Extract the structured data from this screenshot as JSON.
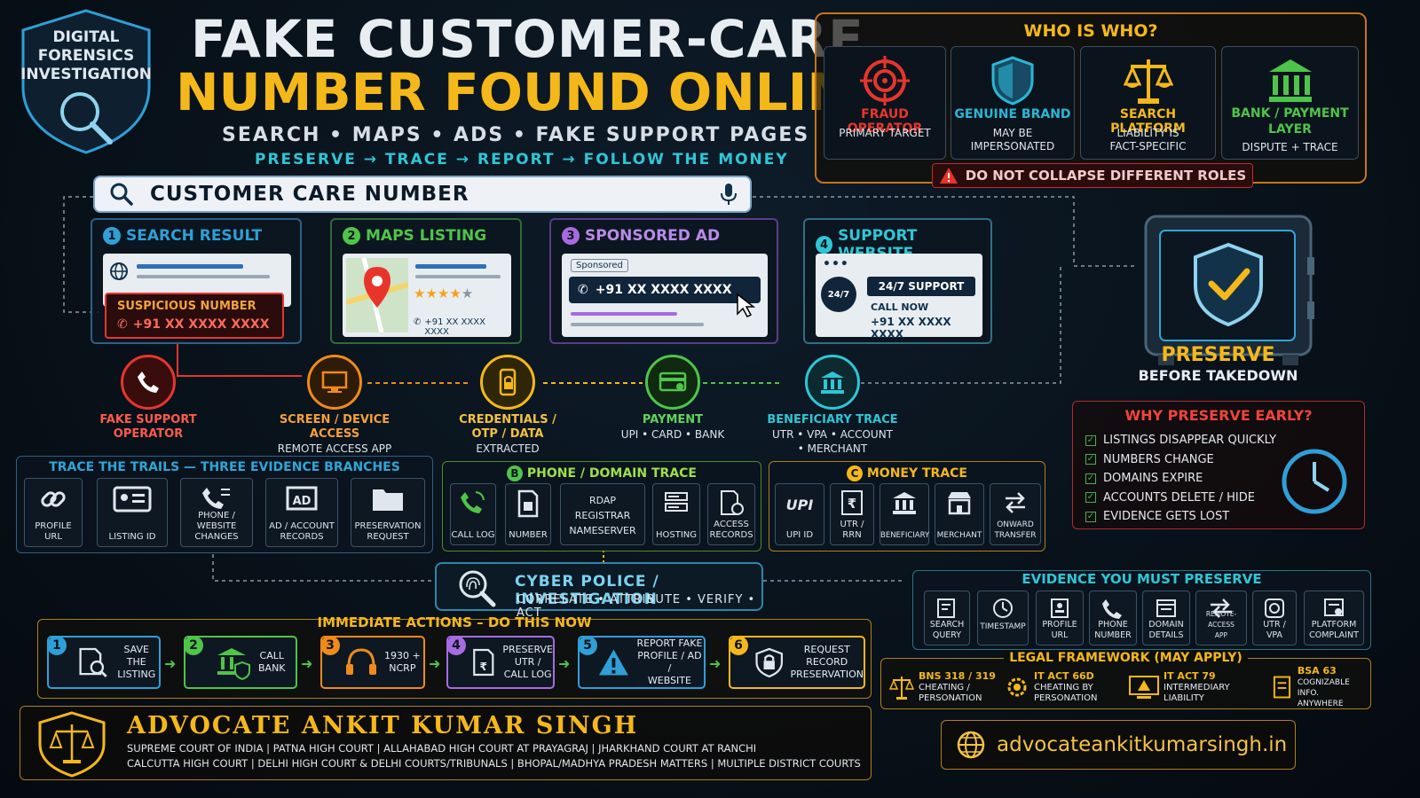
{
  "badge": {
    "line1": "DIGITAL",
    "line2": "FORENSICS",
    "line3": "INVESTIGATION"
  },
  "title": {
    "line1": "FAKE CUSTOMER-CARE",
    "line2": "NUMBER FOUND ONLINE?",
    "subtitle": "SEARCH • MAPS • ADS • FAKE SUPPORT PAGES",
    "tagline": "PRESERVE → TRACE → REPORT → FOLLOW THE MONEY"
  },
  "who": {
    "title": "WHO IS WHO?",
    "cards": [
      {
        "title": "FRAUD OPERATOR",
        "desc1": "PRIMARY TARGET",
        "desc2": "",
        "color": "#e8352c",
        "icon": "target-icon"
      },
      {
        "title": "GENUINE BRAND",
        "desc1": "MAY BE",
        "desc2": "IMPERSONATED",
        "color": "#2bb7d6",
        "icon": "shield-icon"
      },
      {
        "title": "SEARCH PLATFORM",
        "desc1": "LIABILITY IS",
        "desc2": "FACT-SPECIFIC",
        "color": "#f5b81a",
        "icon": "scales-icon"
      },
      {
        "title": "BANK / PAYMENT LAYER",
        "desc1": "DISPUTE + TRACE",
        "desc2": "",
        "color": "#4fc44a",
        "icon": "bank-icon"
      }
    ],
    "warning": "DO NOT COLLAPSE DIFFERENT ROLES"
  },
  "search": {
    "query": "CUSTOMER CARE NUMBER"
  },
  "steps": [
    {
      "num": "1",
      "title": "SEARCH RESULT",
      "color": "#2f9fd6",
      "label": "SUSPICIOUS NUMBER",
      "phone": "+91 XX XXXX XXXX"
    },
    {
      "num": "2",
      "title": "MAPS LISTING",
      "color": "#4fc44a",
      "phone": "+91 XX XXXX XXXX"
    },
    {
      "num": "3",
      "title": "SPONSORED AD",
      "color": "#a66be0",
      "tag": "Sponsored",
      "phone": "+91  XX XXXX XXXX"
    },
    {
      "num": "4",
      "title": "SUPPORT WEBSITE",
      "color": "#2fc6d6",
      "support": "24/7 SUPPORT",
      "call": "CALL NOW",
      "phone": "+91 XX XXXX XXXX",
      "badge247": "24/7"
    }
  ],
  "flow": [
    {
      "l1": "FAKE SUPPORT",
      "l2": "OPERATOR",
      "s1": "",
      "s2": "",
      "color": "#e8352c",
      "icon": "phone-icon"
    },
    {
      "l1": "SCREEN / DEVICE",
      "l2": "ACCESS",
      "s1": "REMOTE ACCESS APP",
      "s2": "",
      "color": "#f08a1a",
      "icon": "monitor-icon"
    },
    {
      "l1": "CREDENTIALS /",
      "l2": "OTP / DATA",
      "s1": "EXTRACTED",
      "s2": "",
      "color": "#f5b81a",
      "icon": "mobile-lock-icon"
    },
    {
      "l1": "PAYMENT",
      "l2": "",
      "s1": "UPI • CARD • BANK",
      "s2": "",
      "color": "#4fc44a",
      "icon": "card-icon"
    },
    {
      "l1": "BENEFICIARY TRACE",
      "l2": "",
      "s1": "UTR • VPA • ACCOUNT",
      "s2": "• MERCHANT",
      "color": "#2fc6d6",
      "icon": "bank-icon"
    }
  ],
  "preserve": {
    "title": "PRESERVE",
    "sub": "BEFORE TAKEDOWN"
  },
  "why": {
    "title": "WHY PRESERVE EARLY?",
    "items": [
      "LISTINGS DISAPPEAR QUICKLY",
      "NUMBERS CHANGE",
      "DOMAINS EXPIRE",
      "ACCOUNTS DELETE / HIDE",
      "EVIDENCE GETS LOST"
    ]
  },
  "trails": {
    "title": "TRACE THE TRAILS — THREE EVIDENCE BRANCHES",
    "items": [
      {
        "l1": "PROFILE URL",
        "l2": ""
      },
      {
        "l1": "LISTING ID",
        "l2": ""
      },
      {
        "l1": "PHONE / WEBSITE",
        "l2": "CHANGES"
      },
      {
        "l1": "AD / ACCOUNT",
        "l2": "RECORDS"
      },
      {
        "l1": "PRESERVATION",
        "l2": "REQUEST"
      }
    ]
  },
  "phone_trace": {
    "badge": "B",
    "title": "PHONE / DOMAIN TRACE",
    "items": [
      {
        "l1": "CALL LOG",
        "l2": ""
      },
      {
        "l1": "NUMBER",
        "l2": ""
      },
      {
        "l1": "RDAP",
        "l2": "REGISTRAR",
        "l3": "NAMESERVER"
      },
      {
        "l1": "HOSTING",
        "l2": ""
      },
      {
        "l1": "ACCESS",
        "l2": "RECORDS"
      }
    ]
  },
  "money_trace": {
    "badge": "C",
    "title": "MONEY TRACE",
    "items": [
      {
        "l1": "UPI ID",
        "l2": "",
        "icon_text": "UPI"
      },
      {
        "l1": "UTR / RRN",
        "l2": ""
      },
      {
        "l1": "BENEFICIARY",
        "l2": ""
      },
      {
        "l1": "MERCHANT",
        "l2": ""
      },
      {
        "l1": "ONWARD",
        "l2": "TRANSFER"
      }
    ]
  },
  "cyber": {
    "title": "CYBER POLICE / INVESTIGATION",
    "sub": "CORRELATE • ATTRIBUTE • VERIFY • ACT"
  },
  "evidence": {
    "title": "EVIDENCE YOU MUST PRESERVE",
    "items": [
      {
        "l1": "SEARCH",
        "l2": "QUERY"
      },
      {
        "l1": "TIMESTAMP",
        "l2": ""
      },
      {
        "l1": "PROFILE",
        "l2": "URL"
      },
      {
        "l1": "PHONE",
        "l2": "NUMBER"
      },
      {
        "l1": "DOMAIN",
        "l2": "DETAILS"
      },
      {
        "l1": "REMOTE-ACCESS",
        "l2": "APP"
      },
      {
        "l1": "UTR /",
        "l2": "VPA"
      },
      {
        "l1": "PLATFORM",
        "l2": "COMPLAINT"
      }
    ]
  },
  "actions": {
    "title": "IMMEDIATE  ACTIONS – DO THIS NOW",
    "items": [
      {
        "n": "1",
        "l1": "SAVE THE",
        "l2": "LISTING",
        "l3": "",
        "color": "#2f9fd6"
      },
      {
        "n": "2",
        "l1": "CALL",
        "l2": "BANK",
        "l3": "",
        "color": "#4fc44a"
      },
      {
        "n": "3",
        "l1": "1930 +",
        "l2": "NCRP",
        "l3": "",
        "color": "#f08a1a"
      },
      {
        "n": "4",
        "l1": "PRESERVE",
        "l2": "UTR /",
        "l3": "CALL LOG",
        "color": "#a66be0"
      },
      {
        "n": "5",
        "l1": "REPORT FAKE",
        "l2": "PROFILE / AD /",
        "l3": "WEBSITE",
        "color": "#2f9fd6"
      },
      {
        "n": "6",
        "l1": "REQUEST",
        "l2": "RECORD",
        "l3": "PRESERVATION",
        "color": "#f5b81a"
      }
    ]
  },
  "legal": {
    "title": "LEGAL FRAMEWORK (MAY APPLY)",
    "items": [
      {
        "h": "BNS 318 / 319",
        "l1": "CHEATING /",
        "l2": "PERSONATION"
      },
      {
        "h": "IT ACT 66D",
        "l1": "CHEATING BY",
        "l2": "PERSONATION"
      },
      {
        "h": "IT ACT  79",
        "l1": "INTERMEDIARY",
        "l2": "LIABILITY"
      },
      {
        "h": "BSA 63",
        "l1": "COGNIZABLE INFO.",
        "l2": "ANYWHERE"
      }
    ]
  },
  "advocate": {
    "name": "ADVOCATE ANKIT KUMAR SINGH",
    "courts1": "SUPREME COURT OF INDIA  |  PATNA HIGH COURT  |  ALLAHABAD HIGH COURT AT PRAYAGRAJ  |  JHARKHAND COURT AT RANCHI",
    "courts2": "CALCUTTA HIGH COURT  |  DELHI HIGH COURT & DELHI COURTS/TRIBUNALS  |  BHOPAL/MADHYA PRADESH MATTERS  |  MULTIPLE DISTRICT COURTS",
    "website": "advocateankitkumarsingh.in"
  }
}
